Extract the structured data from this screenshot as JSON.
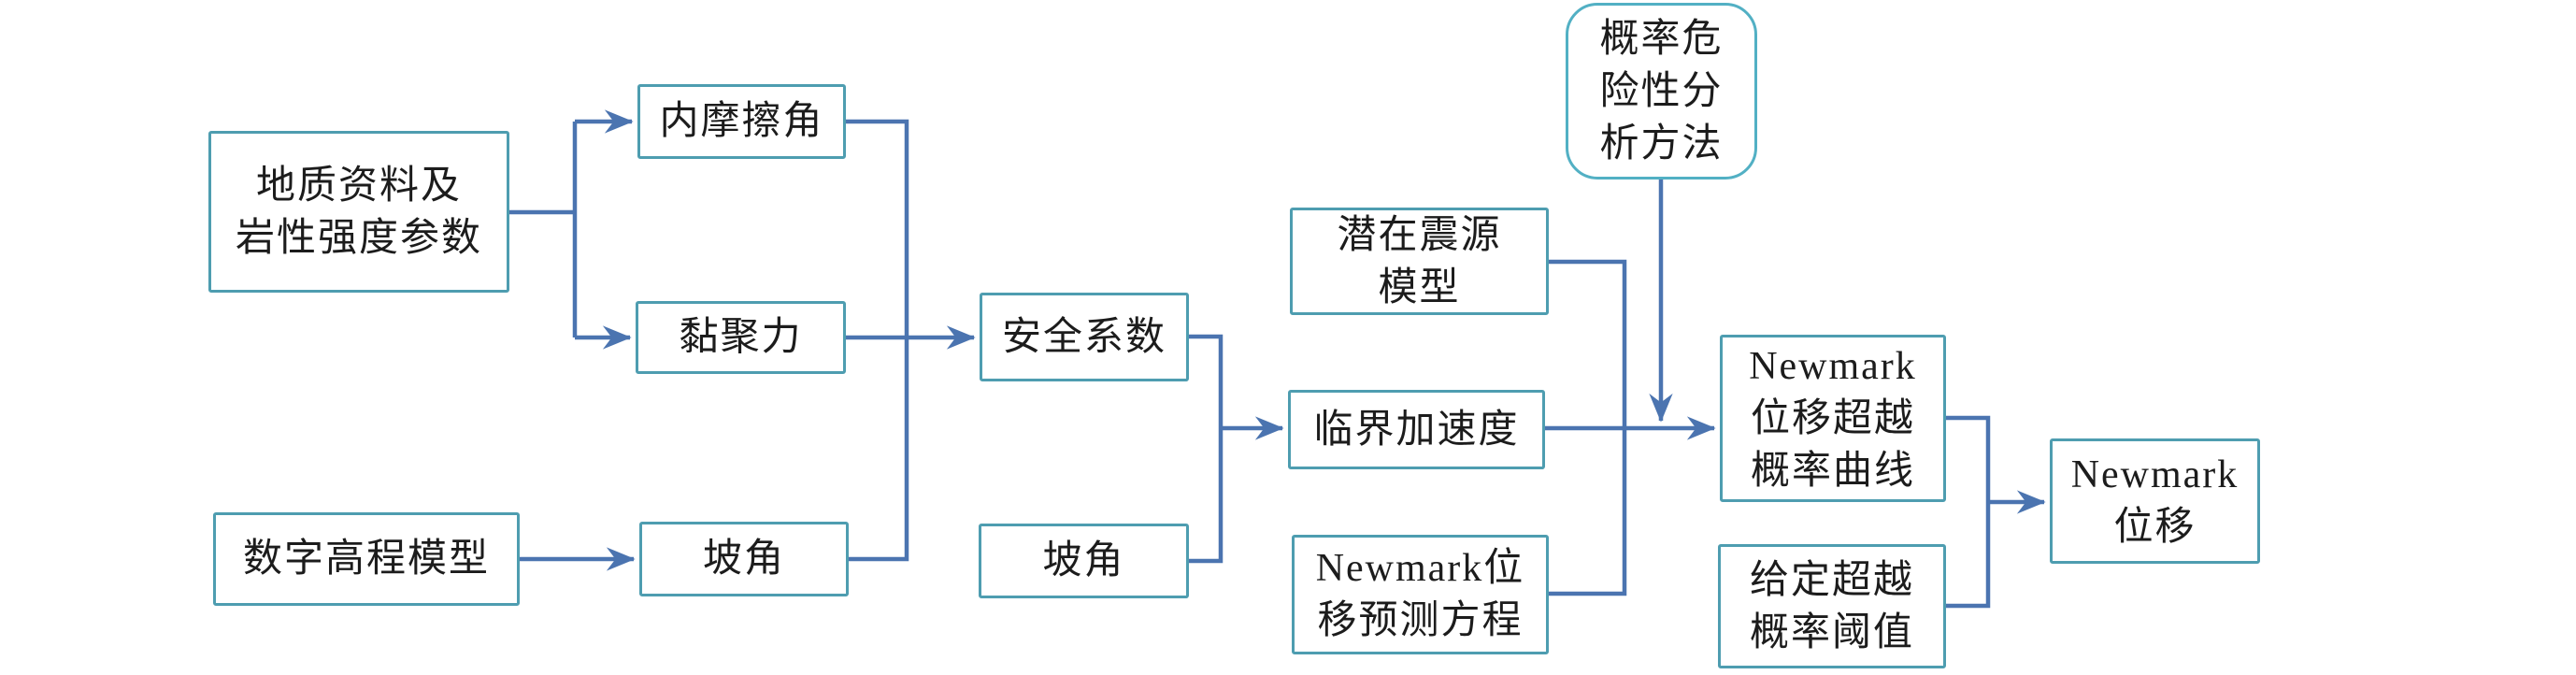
{
  "diagram": {
    "type": "flowchart",
    "language": "zh-CN",
    "background": "#ffffff"
  },
  "colors": {
    "box_border": "#4e9db0",
    "rounded_box_border": "#52b0c4",
    "connector_blue": "#4b74b0",
    "text": "#1c1c1c",
    "background": "#ffffff"
  },
  "nodes": [
    {
      "id": "geo-data",
      "shape": "rect",
      "label": "地质资料及岩性强度参数",
      "lines": [
        "地质资料及",
        "岩性强度参数"
      ]
    },
    {
      "id": "friction-angle",
      "shape": "rect",
      "label": "内摩擦角",
      "lines": [
        "内摩擦角"
      ]
    },
    {
      "id": "cohesion",
      "shape": "rect",
      "label": "黏聚力",
      "lines": [
        "黏聚力"
      ]
    },
    {
      "id": "dem",
      "shape": "rect",
      "label": "数字高程模型",
      "lines": [
        "数字高程模型"
      ]
    },
    {
      "id": "slope-angle-1",
      "shape": "rect",
      "label": "坡角",
      "lines": [
        "坡角"
      ]
    },
    {
      "id": "safety-factor",
      "shape": "rect",
      "label": "安全系数",
      "lines": [
        "安全系数"
      ]
    },
    {
      "id": "slope-angle-2",
      "shape": "rect",
      "label": "坡角",
      "lines": [
        "坡角"
      ]
    },
    {
      "id": "seismic-source-model",
      "shape": "rect",
      "label": "潜在震源模型",
      "lines": [
        "潜在震源",
        "模型"
      ]
    },
    {
      "id": "critical-acceleration",
      "shape": "rect",
      "label": "临界加速度",
      "lines": [
        "临界加速度"
      ]
    },
    {
      "id": "newmark-equation",
      "shape": "rect",
      "label": "Newmark位移预测方程",
      "lines": [
        "Newmark位",
        "移预测方程"
      ]
    },
    {
      "id": "psha-method",
      "shape": "rounded",
      "label": "概率危险性分析方法",
      "lines": [
        "概率危",
        "险性分",
        "析方法"
      ]
    },
    {
      "id": "exceedance-curve",
      "shape": "rect",
      "label": "Newmark位移超越概率曲线",
      "lines": [
        "Newmark",
        "位移超越",
        "概率曲线"
      ]
    },
    {
      "id": "probability-threshold",
      "shape": "rect",
      "label": "给定超越概率阈值",
      "lines": [
        "给定超越",
        "概率阈值"
      ]
    },
    {
      "id": "newmark-displacement",
      "shape": "rect",
      "label": "Newmark位移",
      "lines": [
        "Newmark",
        "位移"
      ]
    }
  ],
  "edges": [
    {
      "from": "geo-data",
      "to": "friction-angle"
    },
    {
      "from": "geo-data",
      "to": "cohesion"
    },
    {
      "from": "dem",
      "to": "slope-angle-1"
    },
    {
      "from": "friction-angle",
      "to": "safety-factor"
    },
    {
      "from": "cohesion",
      "to": "safety-factor"
    },
    {
      "from": "slope-angle-1",
      "to": "safety-factor"
    },
    {
      "from": "safety-factor",
      "to": "critical-acceleration"
    },
    {
      "from": "slope-angle-2",
      "to": "critical-acceleration"
    },
    {
      "from": "seismic-source-model",
      "to": "exceedance-curve"
    },
    {
      "from": "critical-acceleration",
      "to": "exceedance-curve"
    },
    {
      "from": "newmark-equation",
      "to": "exceedance-curve"
    },
    {
      "from": "psha-method",
      "to": "exceedance-curve"
    },
    {
      "from": "exceedance-curve",
      "to": "newmark-displacement"
    },
    {
      "from": "probability-threshold",
      "to": "newmark-displacement"
    }
  ]
}
